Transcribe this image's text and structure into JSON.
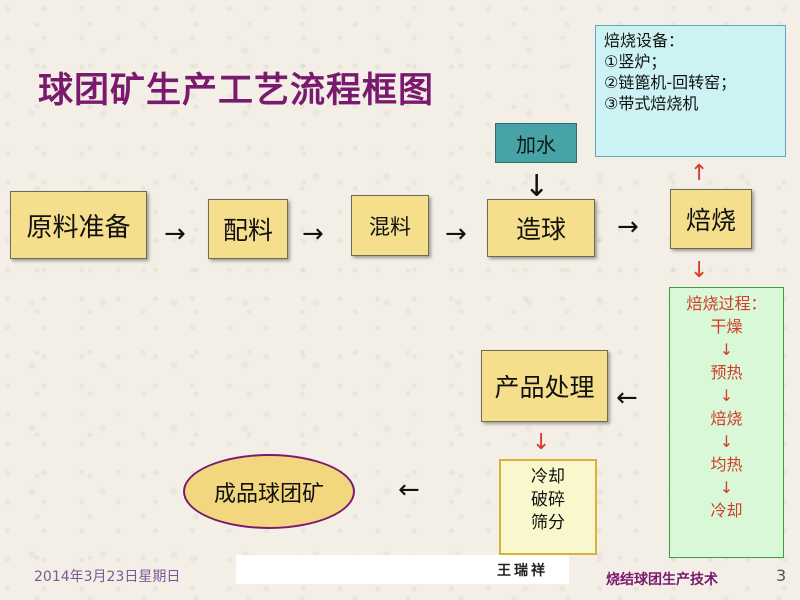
{
  "title": "球团矿生产工艺流程框图",
  "steps": {
    "raw": "原料准备",
    "mixing_ratio": "配料",
    "blending": "混料",
    "pelletizing": "造球",
    "roasting": "焙烧",
    "product_processing": "产品处理",
    "finished": "成品球团矿"
  },
  "add_water": "加水",
  "equipment": {
    "heading": "焙烧设备：",
    "items": [
      "①竖炉；",
      "②链篦机-回转窑；",
      "③带式焙烧机"
    ]
  },
  "process": {
    "heading": "焙烧过程：",
    "stages": [
      "干燥",
      "预热",
      "焙烧",
      "均热",
      "冷却"
    ]
  },
  "treatment": [
    "冷却",
    "破碎",
    "筛分"
  ],
  "arrows": {
    "right": "→",
    "left": "←",
    "down": "↓",
    "up": "↑"
  },
  "footer": {
    "date": "2014年3月23日星期日",
    "author": "王瑞祥",
    "course": "烧结球团生产技术",
    "page": "3"
  },
  "colors": {
    "title": "#7a1a6e",
    "box_fill": "#f5de8c",
    "info_fill": "#cdf2f4",
    "process_fill": "#d8f8d8",
    "water_fill": "#48a3a7",
    "arrow_red": "#d23a2a"
  }
}
